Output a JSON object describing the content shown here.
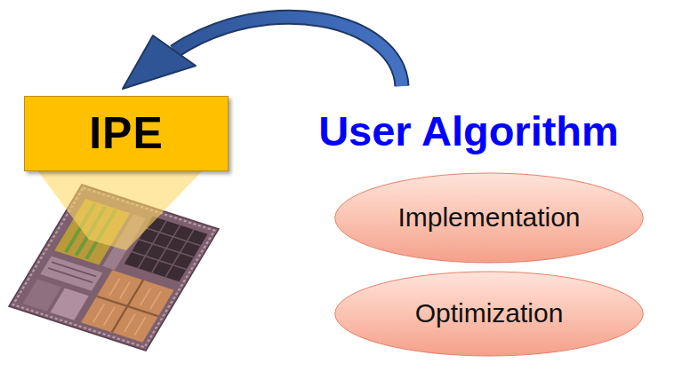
{
  "diagram": {
    "nodes": [
      {
        "text": [
          "IPE"
        ]
      },
      {
        "text": [
          "Implementation"
        ]
      },
      {
        "text": [
          "Optimization"
        ]
      }
    ],
    "labels": [
      "User Algorithm"
    ]
  }
}
